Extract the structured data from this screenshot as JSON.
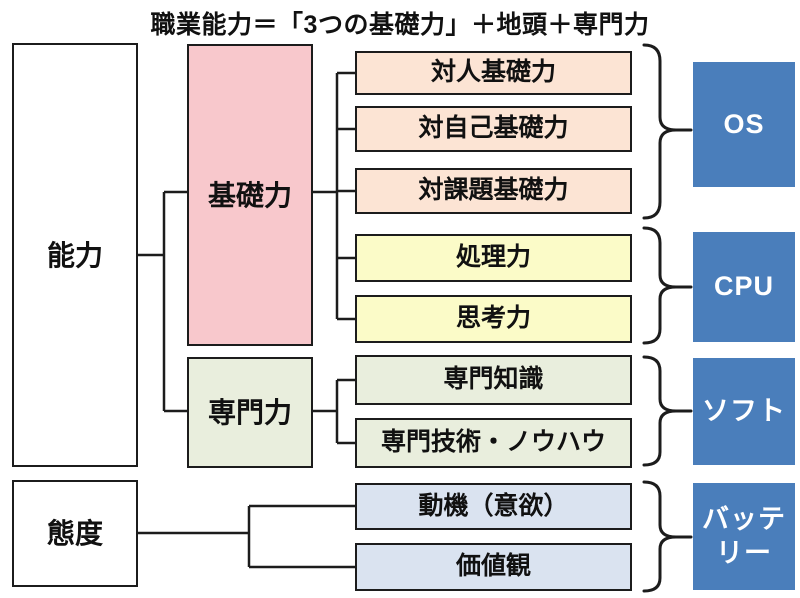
{
  "title": "職業能力＝「3つの基礎力」＋地頭＋専門力",
  "categories": [
    {
      "label": "能力"
    },
    {
      "label": "態度"
    }
  ],
  "mid_boxes": [
    {
      "label": "基礎力",
      "color": "#f8c8cc"
    },
    {
      "label": "専門力",
      "color": "#e9eedd"
    }
  ],
  "leaf_boxes": [
    {
      "label": "対人基礎力",
      "color": "#fce4d4"
    },
    {
      "label": "対自己基礎力",
      "color": "#fce4d4"
    },
    {
      "label": "対課題基礎力",
      "color": "#fce4d4"
    },
    {
      "label": "処理力",
      "color": "#fbfbc8"
    },
    {
      "label": "思考力",
      "color": "#fbfbc8"
    },
    {
      "label": "専門知識",
      "color": "#e9eedd"
    },
    {
      "label": "専門技術・ノウハウ",
      "color": "#e9eedd"
    },
    {
      "label": "動機（意欲）",
      "color": "#dae3f0"
    },
    {
      "label": "価値観",
      "color": "#dae3f0"
    }
  ],
  "analogy_boxes": [
    {
      "label": "OS"
    },
    {
      "label": "CPU"
    },
    {
      "label": "ソフト"
    },
    {
      "label": "バッテリー"
    }
  ],
  "colors": {
    "accent_blue": "#4a7ebb",
    "line": "#1c1c1c",
    "pink": "#f8c8cc",
    "peach": "#fce4d4",
    "yellow": "#fbfbc8",
    "green": "#e9eedd",
    "light_blue": "#dae3f0"
  }
}
